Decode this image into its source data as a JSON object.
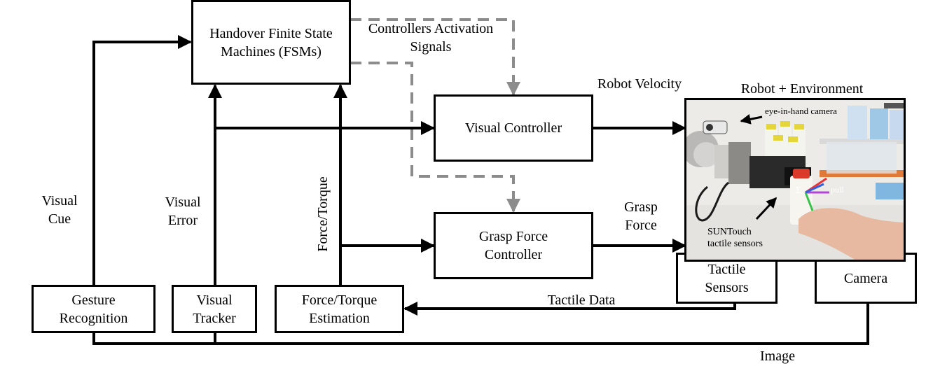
{
  "boxes": {
    "fsm": [
      "Handover Finite State",
      "Machines (FSMs)"
    ],
    "visual_controller": "Visual Controller",
    "grasp_force_controller": [
      "Grasp Force",
      "Controller"
    ],
    "gesture_recognition": [
      "Gesture",
      "Recognition"
    ],
    "visual_tracker": [
      "Visual",
      "Tracker"
    ],
    "force_torque_estimation": [
      "Force/Torque",
      "Estimation"
    ],
    "tactile_sensors": [
      "Tactile",
      "Sensors"
    ],
    "camera": "Camera"
  },
  "labels": {
    "controllers_activation": [
      "Controllers Activation",
      "Signals"
    ],
    "robot_velocity": "Robot Velocity",
    "robot_environment": "Robot + Environment",
    "grasp_force": [
      "Grasp",
      "Force"
    ],
    "visual_cue": [
      "Visual",
      "Cue"
    ],
    "visual_error": [
      "Visual",
      "Error"
    ],
    "force_torque": "Force/Torque",
    "tactile_data": "Tactile Data",
    "image": "Image"
  },
  "photo": {
    "eye_in_hand_camera": "eye-in-hand camera",
    "pull": "pull",
    "sigma": "Σ",
    "suntouch": [
      "SUNTouch",
      "tactile sensors"
    ]
  },
  "colors": {
    "line": "#000000",
    "dashed": "#8c8c8c"
  }
}
